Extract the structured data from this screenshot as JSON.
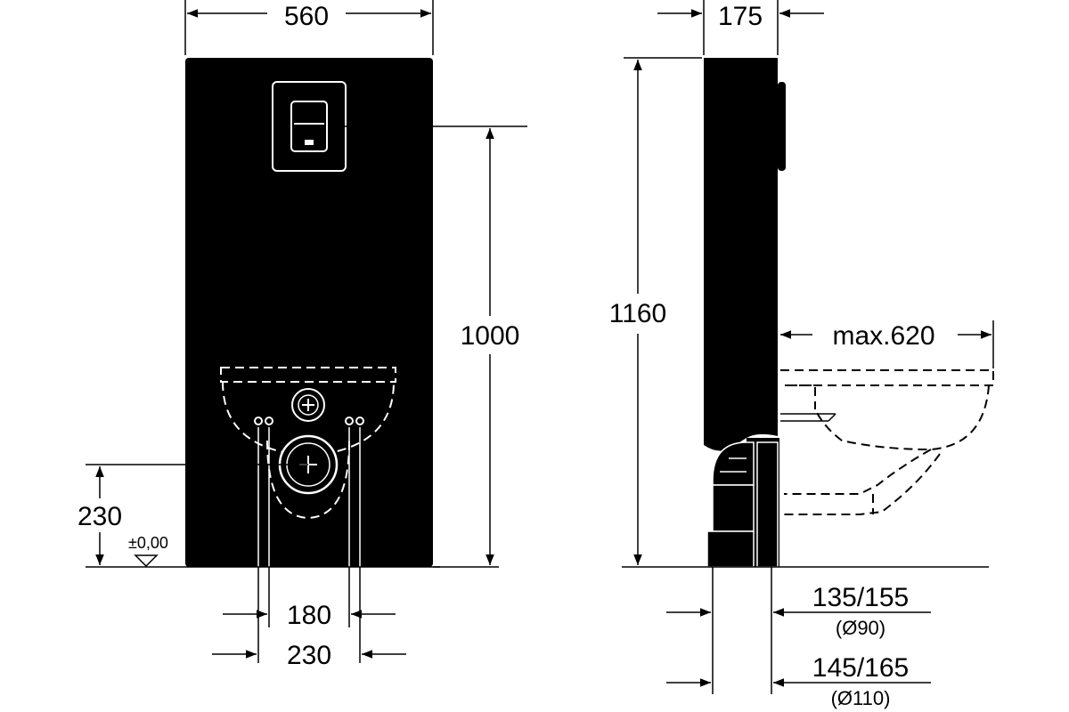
{
  "dimensions": {
    "width_front": "560",
    "depth_side": "175",
    "flush_height": "1000",
    "total_height": "1160",
    "pan_projection": "max.620",
    "outlet_height": "230",
    "floor_level": "±0,00",
    "bolt_spacing_inner": "180",
    "bolt_spacing_outer": "230",
    "waste_offset_90": "135/155",
    "waste_pipe_90": "(Ø90)",
    "waste_offset_110": "145/165",
    "waste_pipe_110": "(Ø110)"
  },
  "colors": {
    "panel_fill": "#000000",
    "line": "#000000",
    "background": "#ffffff"
  }
}
